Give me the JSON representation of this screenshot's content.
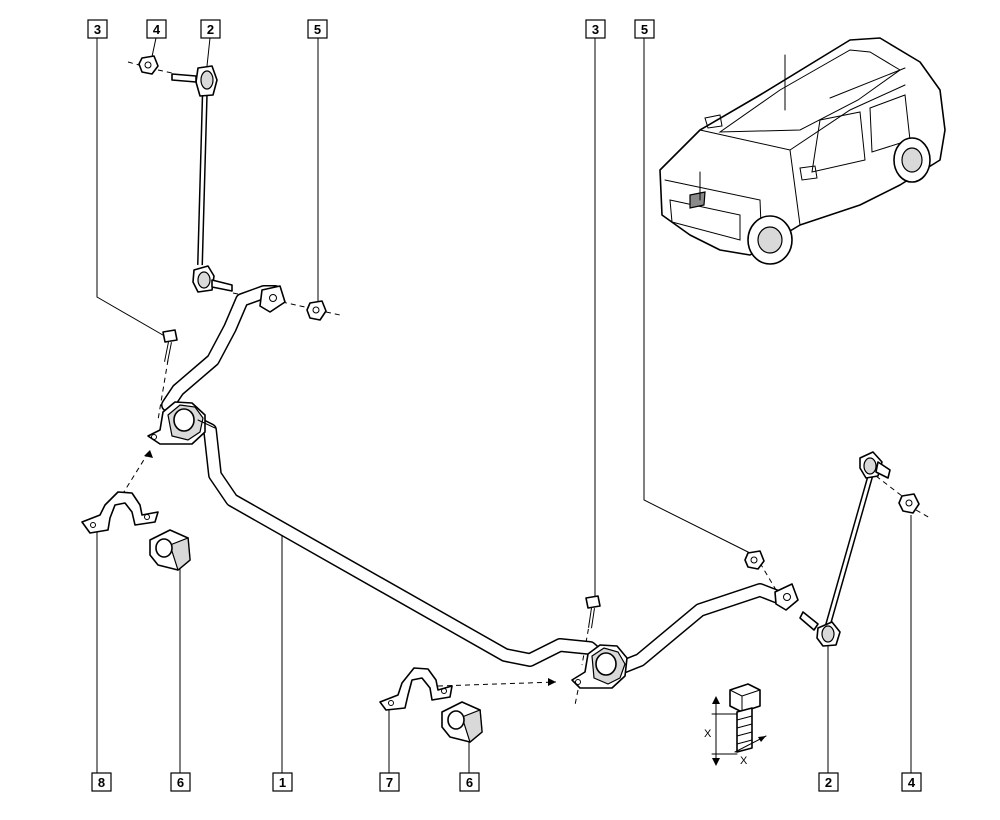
{
  "callouts": [
    {
      "id": "c-3-left",
      "label": "3"
    },
    {
      "id": "c-4-top",
      "label": "4"
    },
    {
      "id": "c-2-top",
      "label": "2"
    },
    {
      "id": "c-5-top",
      "label": "5"
    },
    {
      "id": "c-3-mid",
      "label": "3"
    },
    {
      "id": "c-5-right",
      "label": "5"
    },
    {
      "id": "c-8",
      "label": "8"
    },
    {
      "id": "c-6-left",
      "label": "6"
    },
    {
      "id": "c-1",
      "label": "1"
    },
    {
      "id": "c-7",
      "label": "7"
    },
    {
      "id": "c-6-mid",
      "label": "6"
    },
    {
      "id": "c-2-bottom",
      "label": "2"
    },
    {
      "id": "c-4-bottom",
      "label": "4"
    }
  ],
  "bolt_detail": {
    "dim_length": "X",
    "dim_diameter": "X"
  }
}
